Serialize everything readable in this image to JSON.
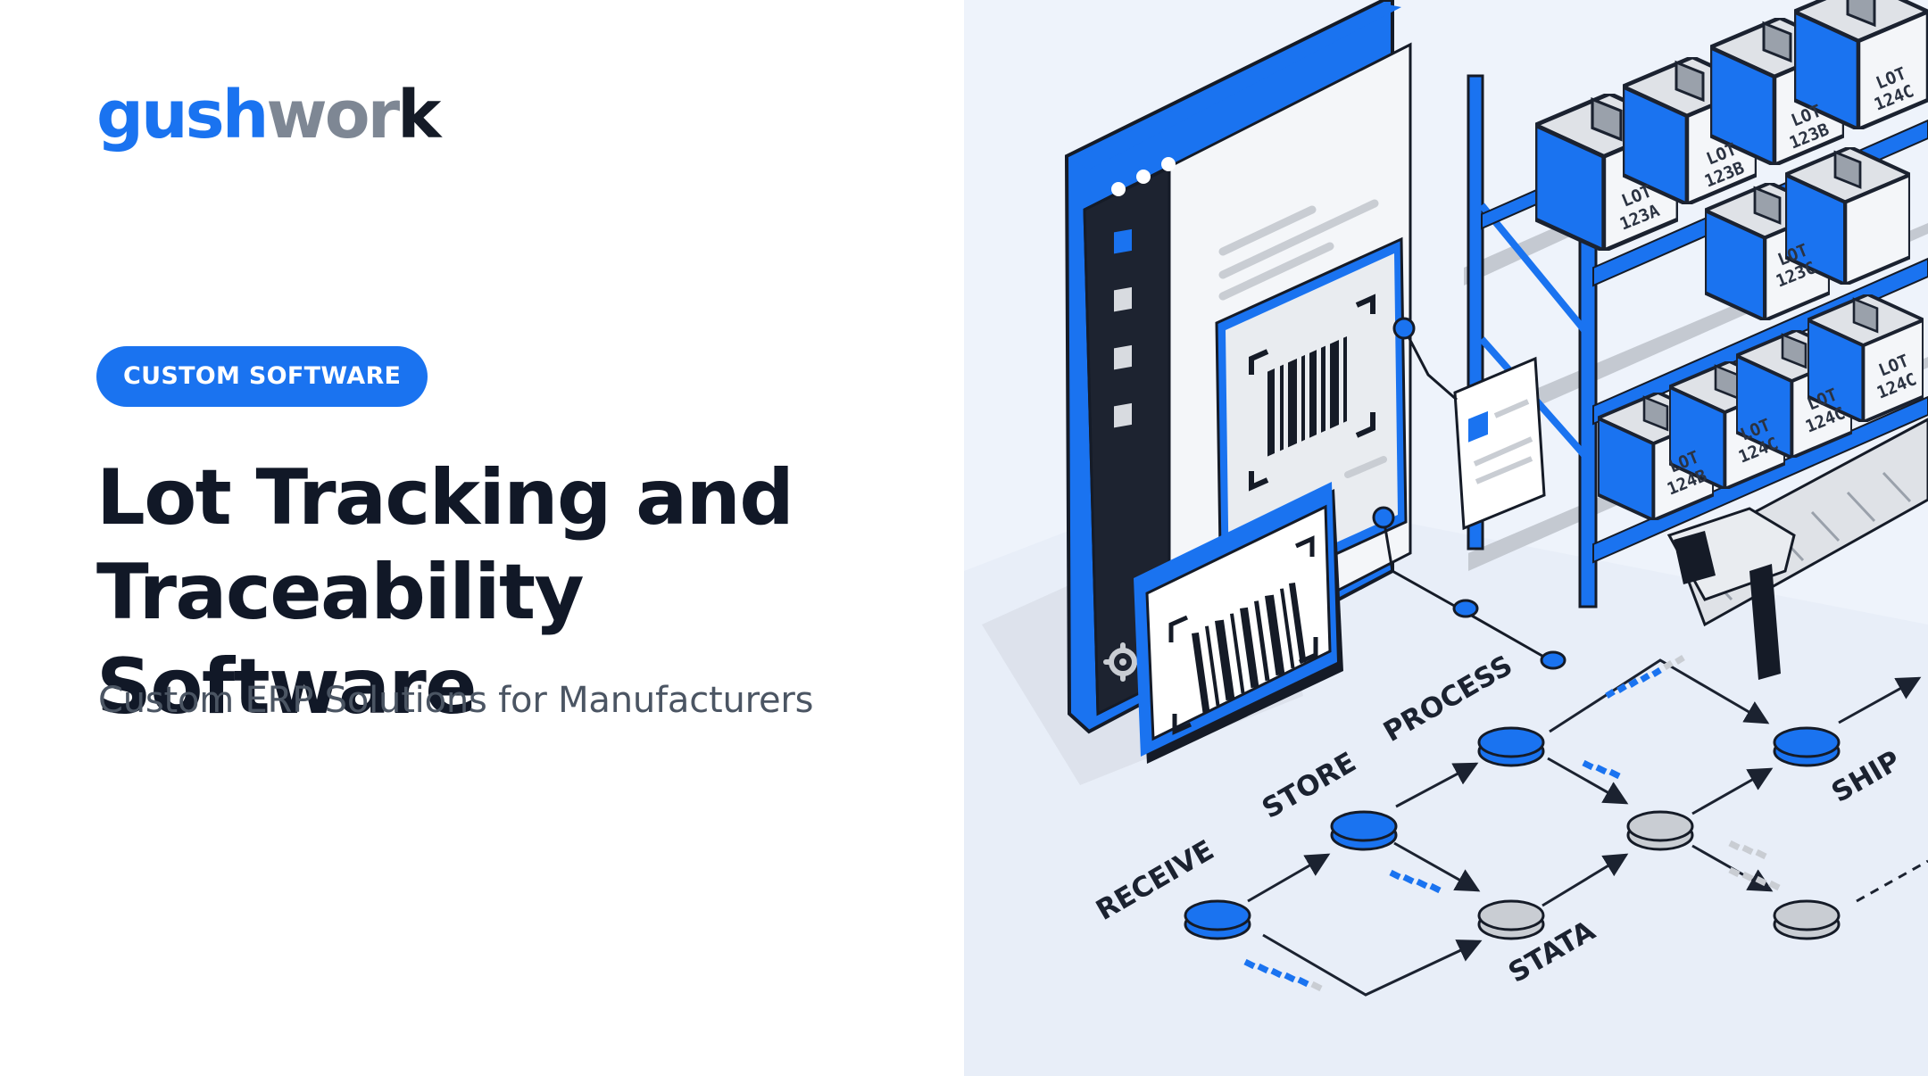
{
  "brand": {
    "logo_part1": "gush",
    "logo_part2": "wor",
    "logo_part3": "k"
  },
  "hero": {
    "badge": "CUSTOM SOFTWARE",
    "title_line1": "Lot Tracking and",
    "title_line2": "Traceability Software",
    "subtitle": "Custom ERP Solutions for Manufacturers"
  },
  "illustration": {
    "flow_labels": {
      "receive": "RECEIVE",
      "store": "STORE",
      "process": "PROCESS",
      "stata": "STATA",
      "ship": "SHIP"
    },
    "lots": {
      "l123a_1": "LOT",
      "l123a_2": "123A",
      "l123b_1": "LOT",
      "l123b_2": "123B",
      "l123b2_1": "LOT",
      "l123b2_2": "123B",
      "l124c_top_1": "LOT",
      "l124c_top_2": "124C",
      "l123c_1": "LOT",
      "l123c_2": "123C",
      "l124b_1": "LOT",
      "l124b_2": "124B",
      "l124c_a_1": "LOT",
      "l124c_a_2": "124C",
      "l124c_b_1": "LOT",
      "l124c_b_2": "124C",
      "l124c_c_1": "LOT",
      "l124c_c_2": "124C"
    },
    "colors": {
      "accent": "#1a73f0",
      "dark": "#151b27",
      "node_grey": "#c9cdd3",
      "background": "#eef3fb"
    },
    "icons": [
      "barcode-icon",
      "gear-icon",
      "scanner-icon",
      "document-icon"
    ]
  }
}
